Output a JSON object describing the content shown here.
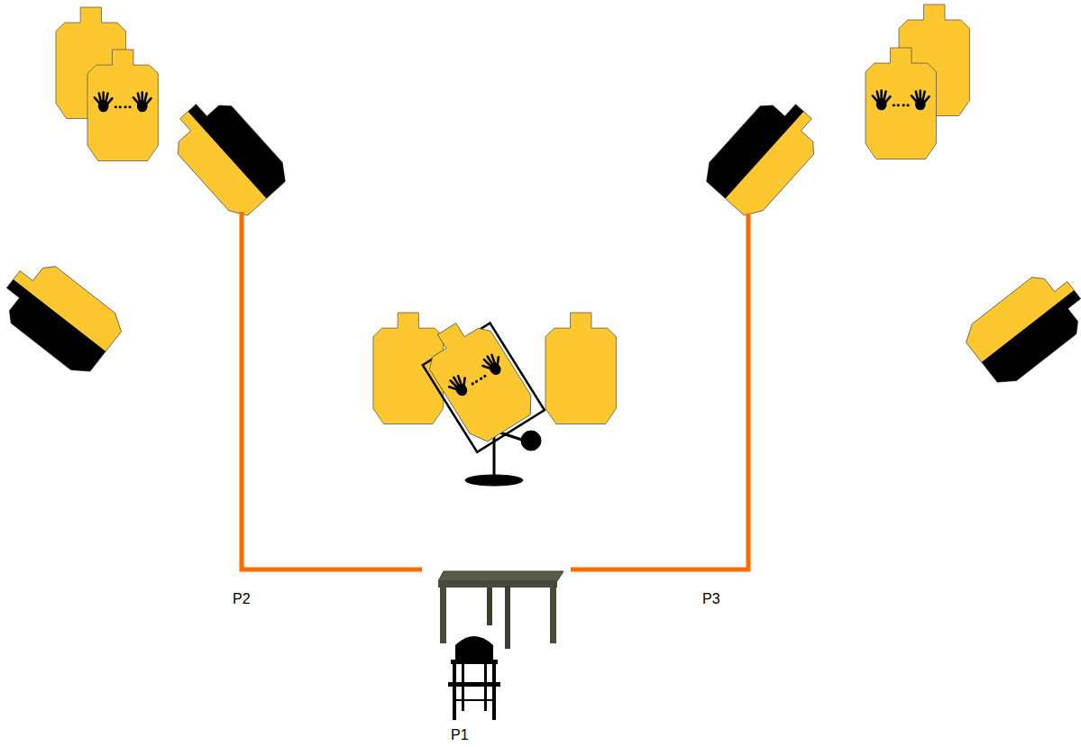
{
  "diagram": {
    "labels": [
      "P2",
      "P3",
      "P1"
    ]
  }
}
